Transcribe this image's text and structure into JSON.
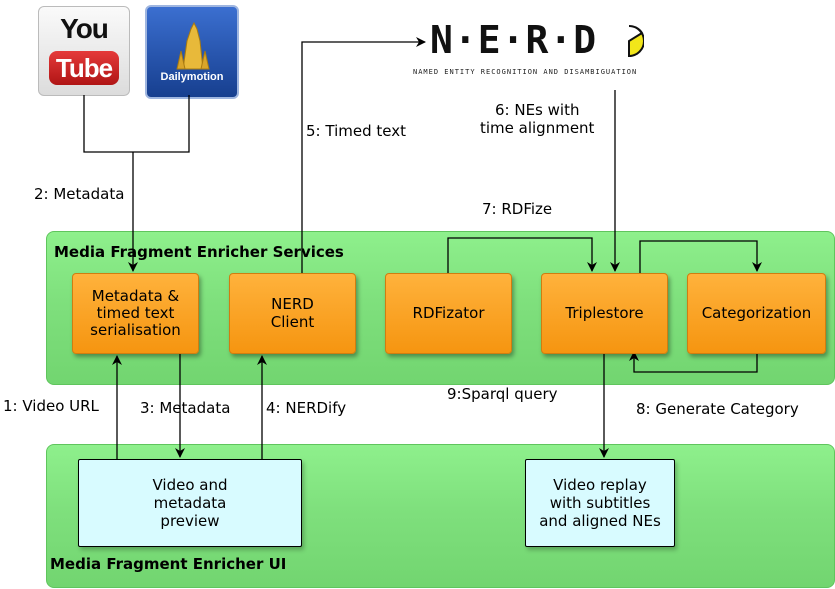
{
  "logos": {
    "youtube_top": "You",
    "youtube_bottom": "Tube",
    "dailymotion": "Dailymotion",
    "nerd_title": "N·E·R·D",
    "nerd_subtitle": "Named Entity Recognition and Disambiguation"
  },
  "panels": {
    "services_title": "Media Fragment Enricher Services",
    "ui_title": "Media Fragment Enricher UI"
  },
  "boxes": {
    "metadata_serialisation": "Metadata &\ntimed text\nserialisation",
    "nerd_client": "NERD\nClient",
    "rdfizator": "RDFizator",
    "triplestore": "Triplestore",
    "categorization": "Categorization",
    "video_preview": "Video and\nmetadata\npreview",
    "video_replay": "Video replay\nwith subtitles\nand aligned NEs"
  },
  "labels": {
    "metadata_2": "2: Metadata",
    "timed_text_5": "5: Timed text",
    "nes_6": "6: NEs with\ntime alignment",
    "rdfize_7": "7: RDFize",
    "video_url_1": "1: Video URL",
    "metadata_3": "3: Metadata",
    "nerdify_4": "4: NERDify",
    "sparql_9": "9:Sparql query",
    "generate_8": "8: Generate Category"
  },
  "colors": {
    "panel_green": "#7fe07d",
    "box_orange": "#f59510",
    "ui_box_cyan": "#d8fbff",
    "youtube_red": "#cc1f1f",
    "dailymotion_blue": "#1f4fa8"
  }
}
